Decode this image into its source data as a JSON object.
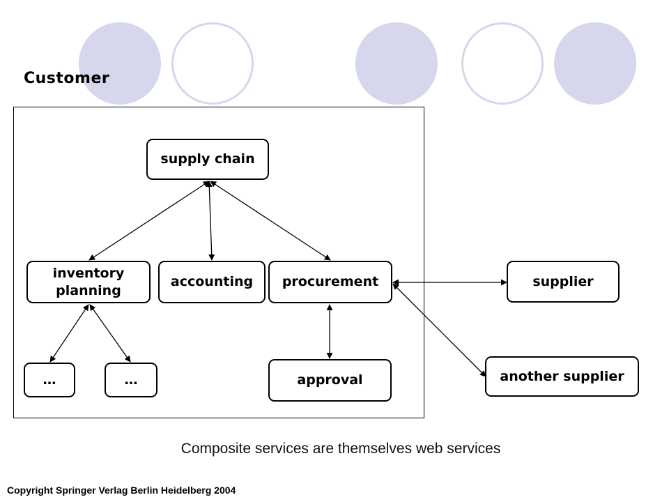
{
  "slide": {
    "title": "Customer",
    "caption": "Composite services are themselves web services",
    "copyright": "Copyright Springer Verlag Berlin Heidelberg 2004"
  },
  "nodes": {
    "supply_chain": "supply chain",
    "inventory_planning": "inventory planning",
    "accounting": "accounting",
    "procurement": "procurement",
    "ellipsis_left": "…",
    "ellipsis_right": "…",
    "approval": "approval",
    "supplier": "supplier",
    "another_supplier": "another supplier"
  },
  "links": [
    {
      "from": "supply_chain",
      "to": "inventory_planning"
    },
    {
      "from": "supply_chain",
      "to": "accounting"
    },
    {
      "from": "supply_chain",
      "to": "procurement"
    },
    {
      "from": "inventory_planning",
      "to": "ellipsis_left"
    },
    {
      "from": "inventory_planning",
      "to": "ellipsis_right"
    },
    {
      "from": "procurement",
      "to": "approval"
    },
    {
      "from": "procurement",
      "to": "supplier"
    },
    {
      "from": "procurement",
      "to": "another_supplier"
    }
  ],
  "colors": {
    "decor_fill": "#d6d6ec",
    "decor_ring": "#d6d6ec"
  }
}
